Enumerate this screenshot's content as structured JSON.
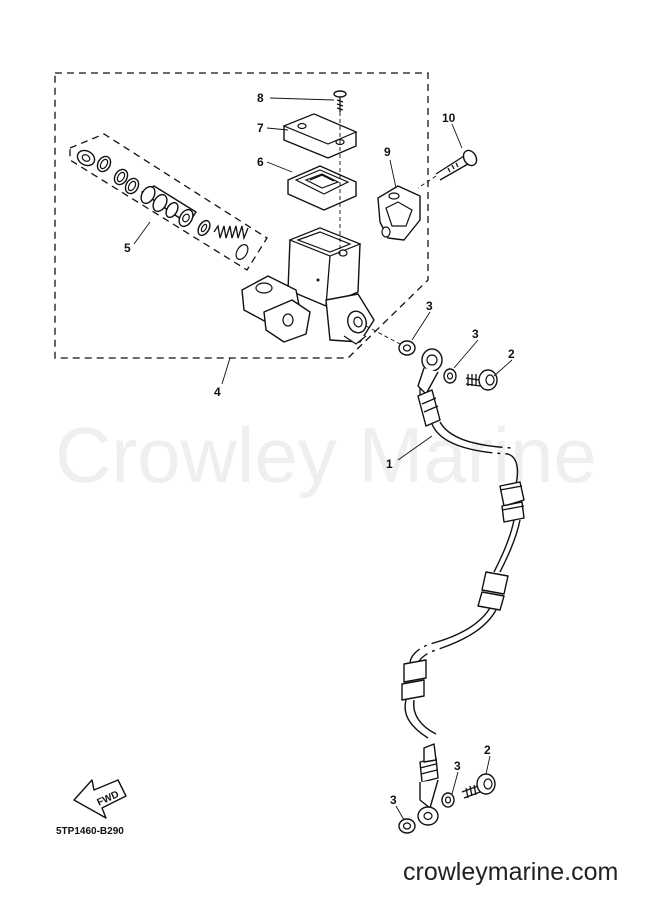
{
  "watermark": "Crowley Marine",
  "website": "crowleymarine.com",
  "diagram_code": "5TP1460-B290",
  "fwd_label": "FWD",
  "callouts": {
    "hose": "1",
    "bolt_top": "2",
    "bolt_bottom": "2",
    "gasket_a": "3",
    "gasket_b": "3",
    "gasket_c": "3",
    "gasket_d": "3",
    "master_cylinder": "4",
    "cylinder_kit": "5",
    "diaphragm": "6",
    "cap": "7",
    "screw": "8",
    "holder": "9",
    "holder_bolt": "10"
  }
}
